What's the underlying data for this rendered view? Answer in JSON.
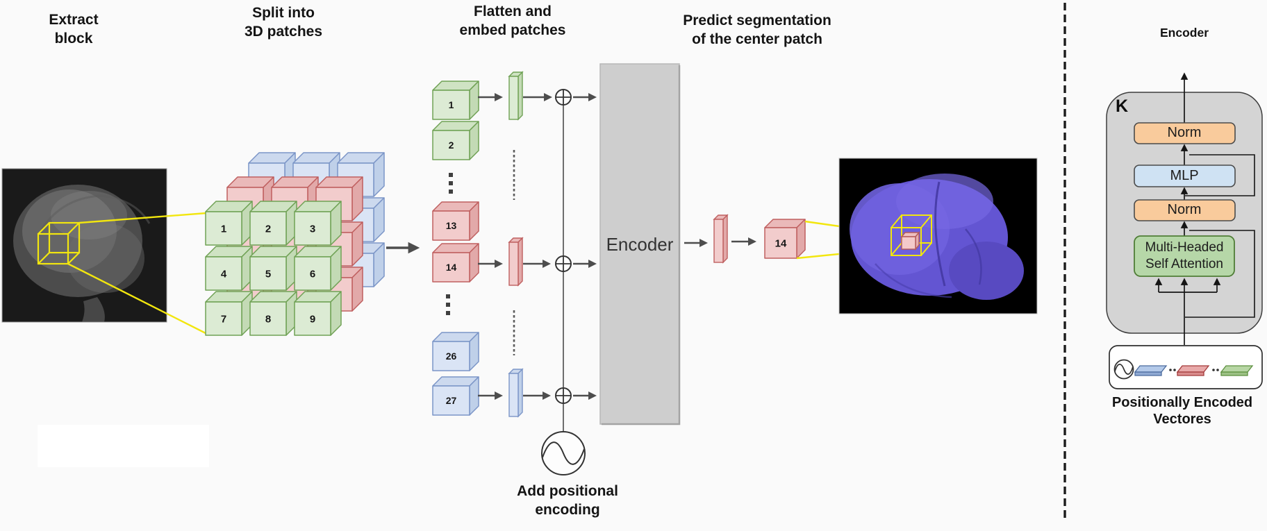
{
  "titles": {
    "extract": [
      "Extract",
      "block"
    ],
    "split": [
      "Split into",
      "3D patches"
    ],
    "flatten": [
      "Flatten and",
      "embed patches"
    ],
    "predict": [
      "Predict segmentation",
      "of the center patch"
    ],
    "add_positional": [
      "Add positional",
      "encoding"
    ]
  },
  "patch_grid": {
    "labels": [
      "1",
      "2",
      "3",
      "4",
      "5",
      "6",
      "7",
      "8",
      "9"
    ]
  },
  "tokens": [
    {
      "label": "1",
      "color": "green"
    },
    {
      "label": "2",
      "color": "green"
    },
    {
      "label": "13",
      "color": "red"
    },
    {
      "label": "14",
      "color": "red"
    },
    {
      "label": "26",
      "color": "blue"
    },
    {
      "label": "27",
      "color": "blue"
    }
  ],
  "encoder_box": {
    "label": "Encoder"
  },
  "output_patch": {
    "label": "14"
  },
  "right_panel": {
    "title": "Encoder",
    "k_label": "K",
    "blocks": {
      "norm_top": "Norm",
      "mlp": "MLP",
      "norm_bottom": "Norm",
      "msa": [
        "Multi-Headed",
        "Self Attention"
      ]
    },
    "footer": [
      "Positionally Encoded",
      "Vectores"
    ]
  },
  "icons": {
    "add": "circled-plus",
    "positional_encoding": "sine-wave-circle"
  },
  "colors": {
    "yellow": "#f2e60e",
    "arrow": "#4d4d4d",
    "encoder_gray": "#cecece",
    "k_gray": "#d4d4d4",
    "norm_orange": "#f9cb9c",
    "mlp_blue": "#cfe2f3",
    "msa_green": "#b6d7a8",
    "brain_purple": "#6355d2",
    "cube_palettes": {
      "green": {
        "front": "#dcebd4",
        "top": "#cfe3c3",
        "side": "#c3dab5",
        "edge": "#6fa154"
      },
      "red": {
        "front": "#f2cccc",
        "top": "#eab9b9",
        "side": "#e2a9a9",
        "edge": "#bf5f5f"
      },
      "blue": {
        "front": "#dae4f5",
        "top": "#ccd9ee",
        "side": "#bfd0e9",
        "edge": "#7b95c7"
      }
    }
  }
}
